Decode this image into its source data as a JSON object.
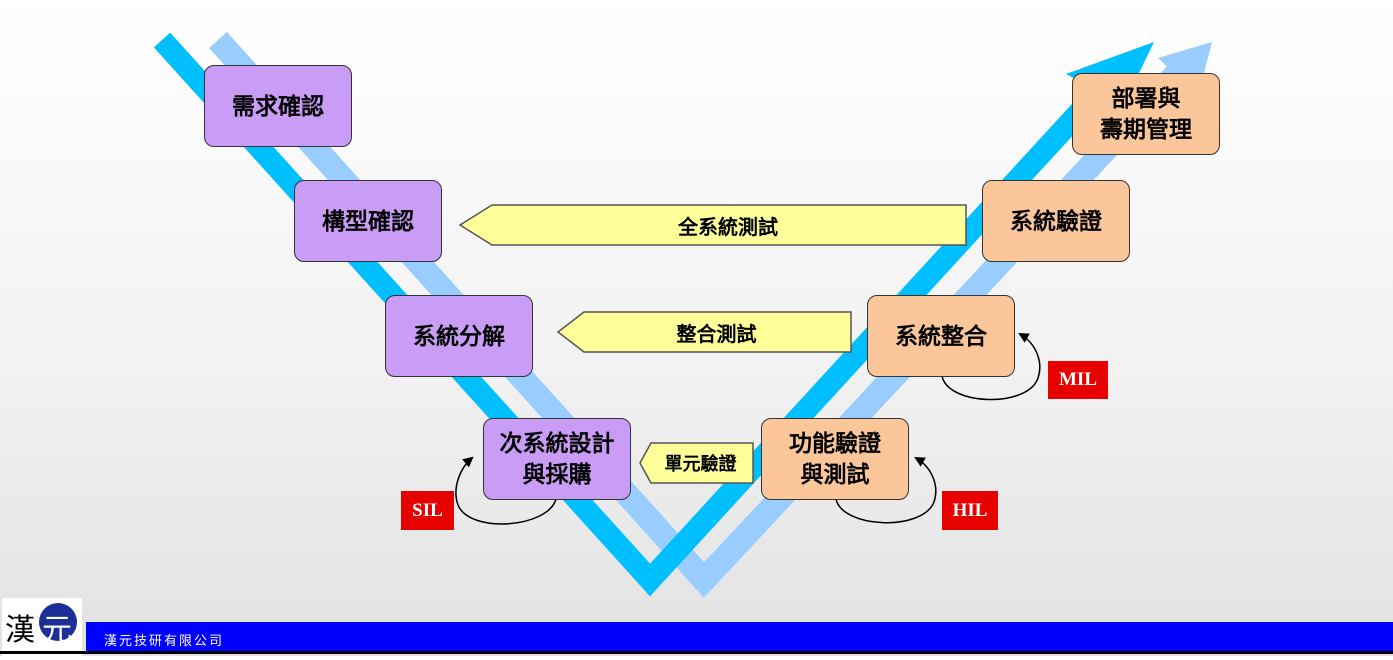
{
  "boxes": {
    "requirements": "需求確認",
    "prototype": "構型確認",
    "decomposition": "系統分解",
    "subsystem": "次系統設計\n與採購",
    "deployment": "部署與\n壽期管理",
    "verification": "系統驗證",
    "integration": "系統整合",
    "function_test": "功能驗證\n與測試"
  },
  "arrows": {
    "full_test": "全系統測試",
    "integration_test": "整合測試",
    "unit_verify": "單元驗證"
  },
  "tags": {
    "mil": "MIL",
    "sil": "SIL",
    "hil": "HIL"
  },
  "logo": {
    "text": "漢元"
  },
  "footer": {
    "company": "漢元技研有限公司"
  },
  "colors": {
    "v_main": "#00bfff",
    "v_light": "#99ccff",
    "purple_box": "#c99cf5",
    "orange_box": "#fbc79a",
    "arrow_fill": "#ffff99",
    "tag_red": "#e60000",
    "footer_bar": "#0000ff"
  }
}
